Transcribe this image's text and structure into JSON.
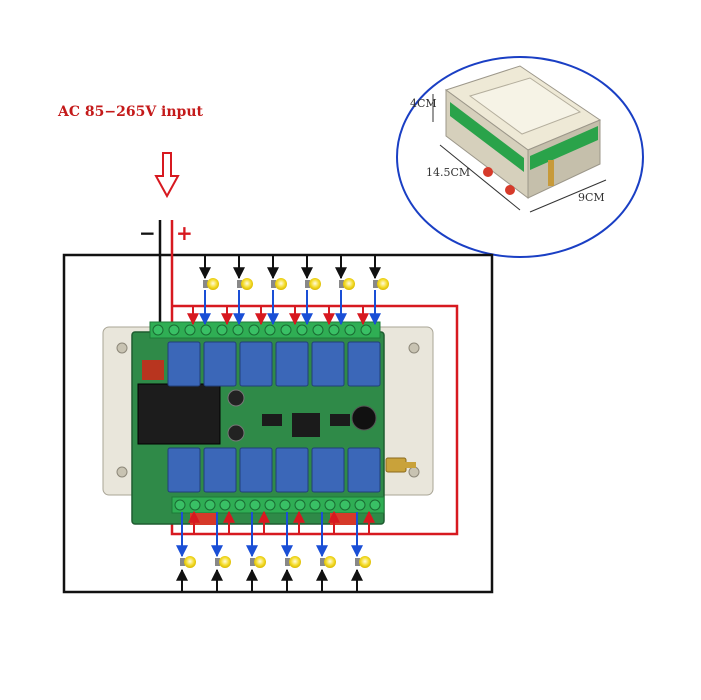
{
  "title": "AC 85−265V input",
  "polarity": {
    "minus": "−",
    "plus": "+"
  },
  "dimensions": {
    "height": "4CM",
    "length": "14.5CM",
    "width": "9CM"
  },
  "board": {
    "relay_count": 12,
    "relays_per_row": 6,
    "components": [
      "relay",
      "power-transformer",
      "capacitor",
      "microcontroller",
      "buzzer",
      "antenna-connector",
      "terminal-block"
    ]
  },
  "lamps": {
    "top_row": 6,
    "bottom_row": 6
  },
  "icons": [
    "down-arrow-icon",
    "lamp-icon",
    "module-enclosure-icon"
  ],
  "colors": {
    "live_wire": "#d71920",
    "neutral_wire": "#111111",
    "load_wire": "#1a4fd6",
    "title": "#c41a1a",
    "board": "#2f8a48",
    "relay": "#3b67b8",
    "lamp": "#f4dc2a"
  }
}
